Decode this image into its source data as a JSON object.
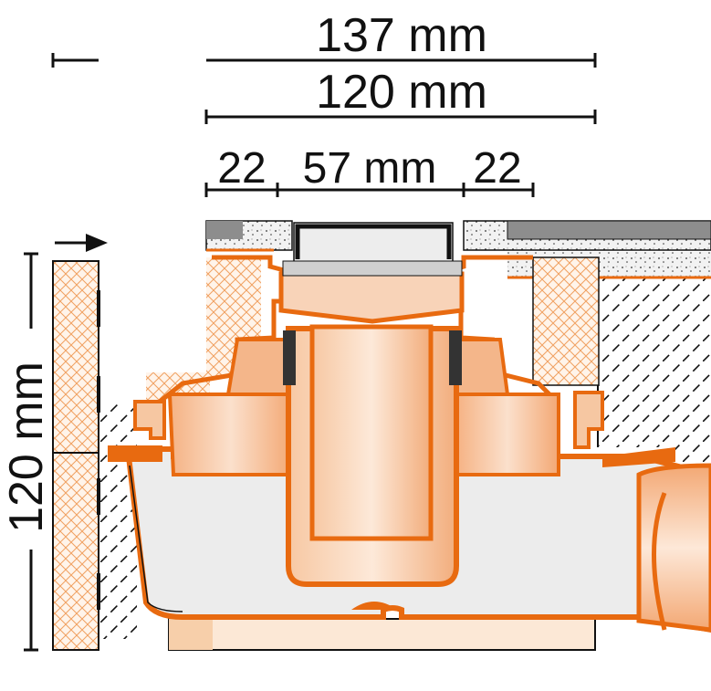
{
  "dimensions": {
    "total_width": "137 mm",
    "inner_width": "120 mm",
    "left_flange": "22",
    "center_width": "57 mm",
    "right_flange": "22",
    "height": "120 mm"
  },
  "colors": {
    "drain_orange": "#e86a10",
    "drain_fill_light": "#fbe2cf",
    "drain_fill_mid": "#f4b68a",
    "insulation_orange": "#f19b5d",
    "tile_gray": "#8d8d8d",
    "dimension_line": "#111111"
  }
}
